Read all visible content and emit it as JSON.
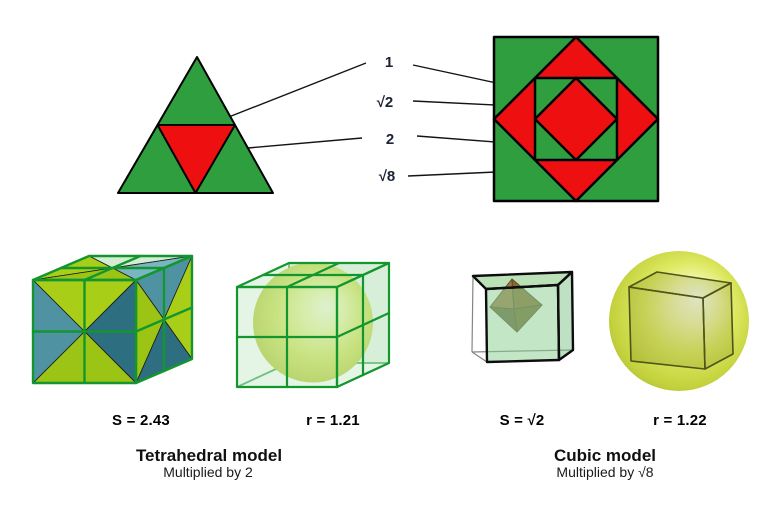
{
  "canvas": {
    "background": "#ffffff"
  },
  "colors": {
    "shape_green": "#2f9e3f",
    "shape_red": "#ee1010",
    "shape_outline": "#000000",
    "connector_line": "#141414",
    "ratio_label_text": "#1b2233",
    "wireframe_green": "#13962e",
    "pale_face_green": "#d2edd2",
    "tetra_yellow_green": "#a9ce17",
    "tetra_yellow_green_dark": "#9cc414",
    "tetra_teal_dark": "#2d6e80",
    "tetra_teal_mid": "#4f93a3",
    "tetra_teal_light": "#79b6c2",
    "sphere_yellow_mid": "#d3e360",
    "octahedron_brown": "#9c6d3d",
    "cube_in_sphere_olive": "#4f5418"
  },
  "top_diagram": {
    "ratio_labels": [
      {
        "text": "1"
      },
      {
        "text": "√2"
      },
      {
        "text": "2"
      },
      {
        "text": "√8"
      }
    ]
  },
  "models": [
    {
      "surface_label": "S = 2.43",
      "radius_label": "r = 1.21",
      "title": "Tetrahedral model",
      "subtitle": "Multiplied by 2"
    },
    {
      "surface_label": "S = √2",
      "radius_label": "r = 1.22",
      "title": "Cubic model",
      "subtitle": "Multiplied by √8"
    }
  ]
}
